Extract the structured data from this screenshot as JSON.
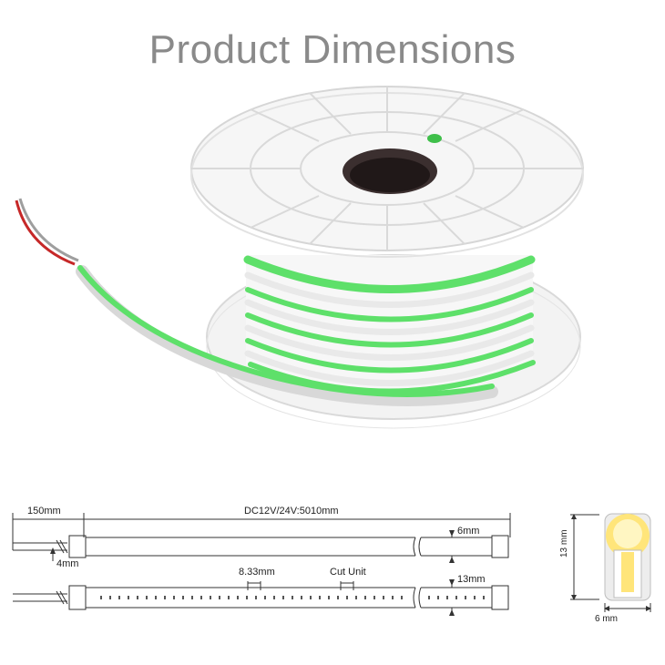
{
  "header": {
    "title": "Product Dimensions"
  },
  "drawing": {
    "lead_length": "150mm",
    "length_spec": "DC12V/24V:5010mm",
    "lead_width": "4mm",
    "strip_thickness": "6mm",
    "led_pitch": "8.33mm",
    "cut_unit": "Cut Unit",
    "strip_height": "13mm"
  },
  "cross_section": {
    "height": "13 mm",
    "width": "6 mm"
  },
  "colors": {
    "title": "#8a8a8a",
    "strip_green": "#5ee06a",
    "reel_white": "#f2f2f2"
  },
  "product_image": {
    "icon": "led-strip-reel-icon"
  }
}
